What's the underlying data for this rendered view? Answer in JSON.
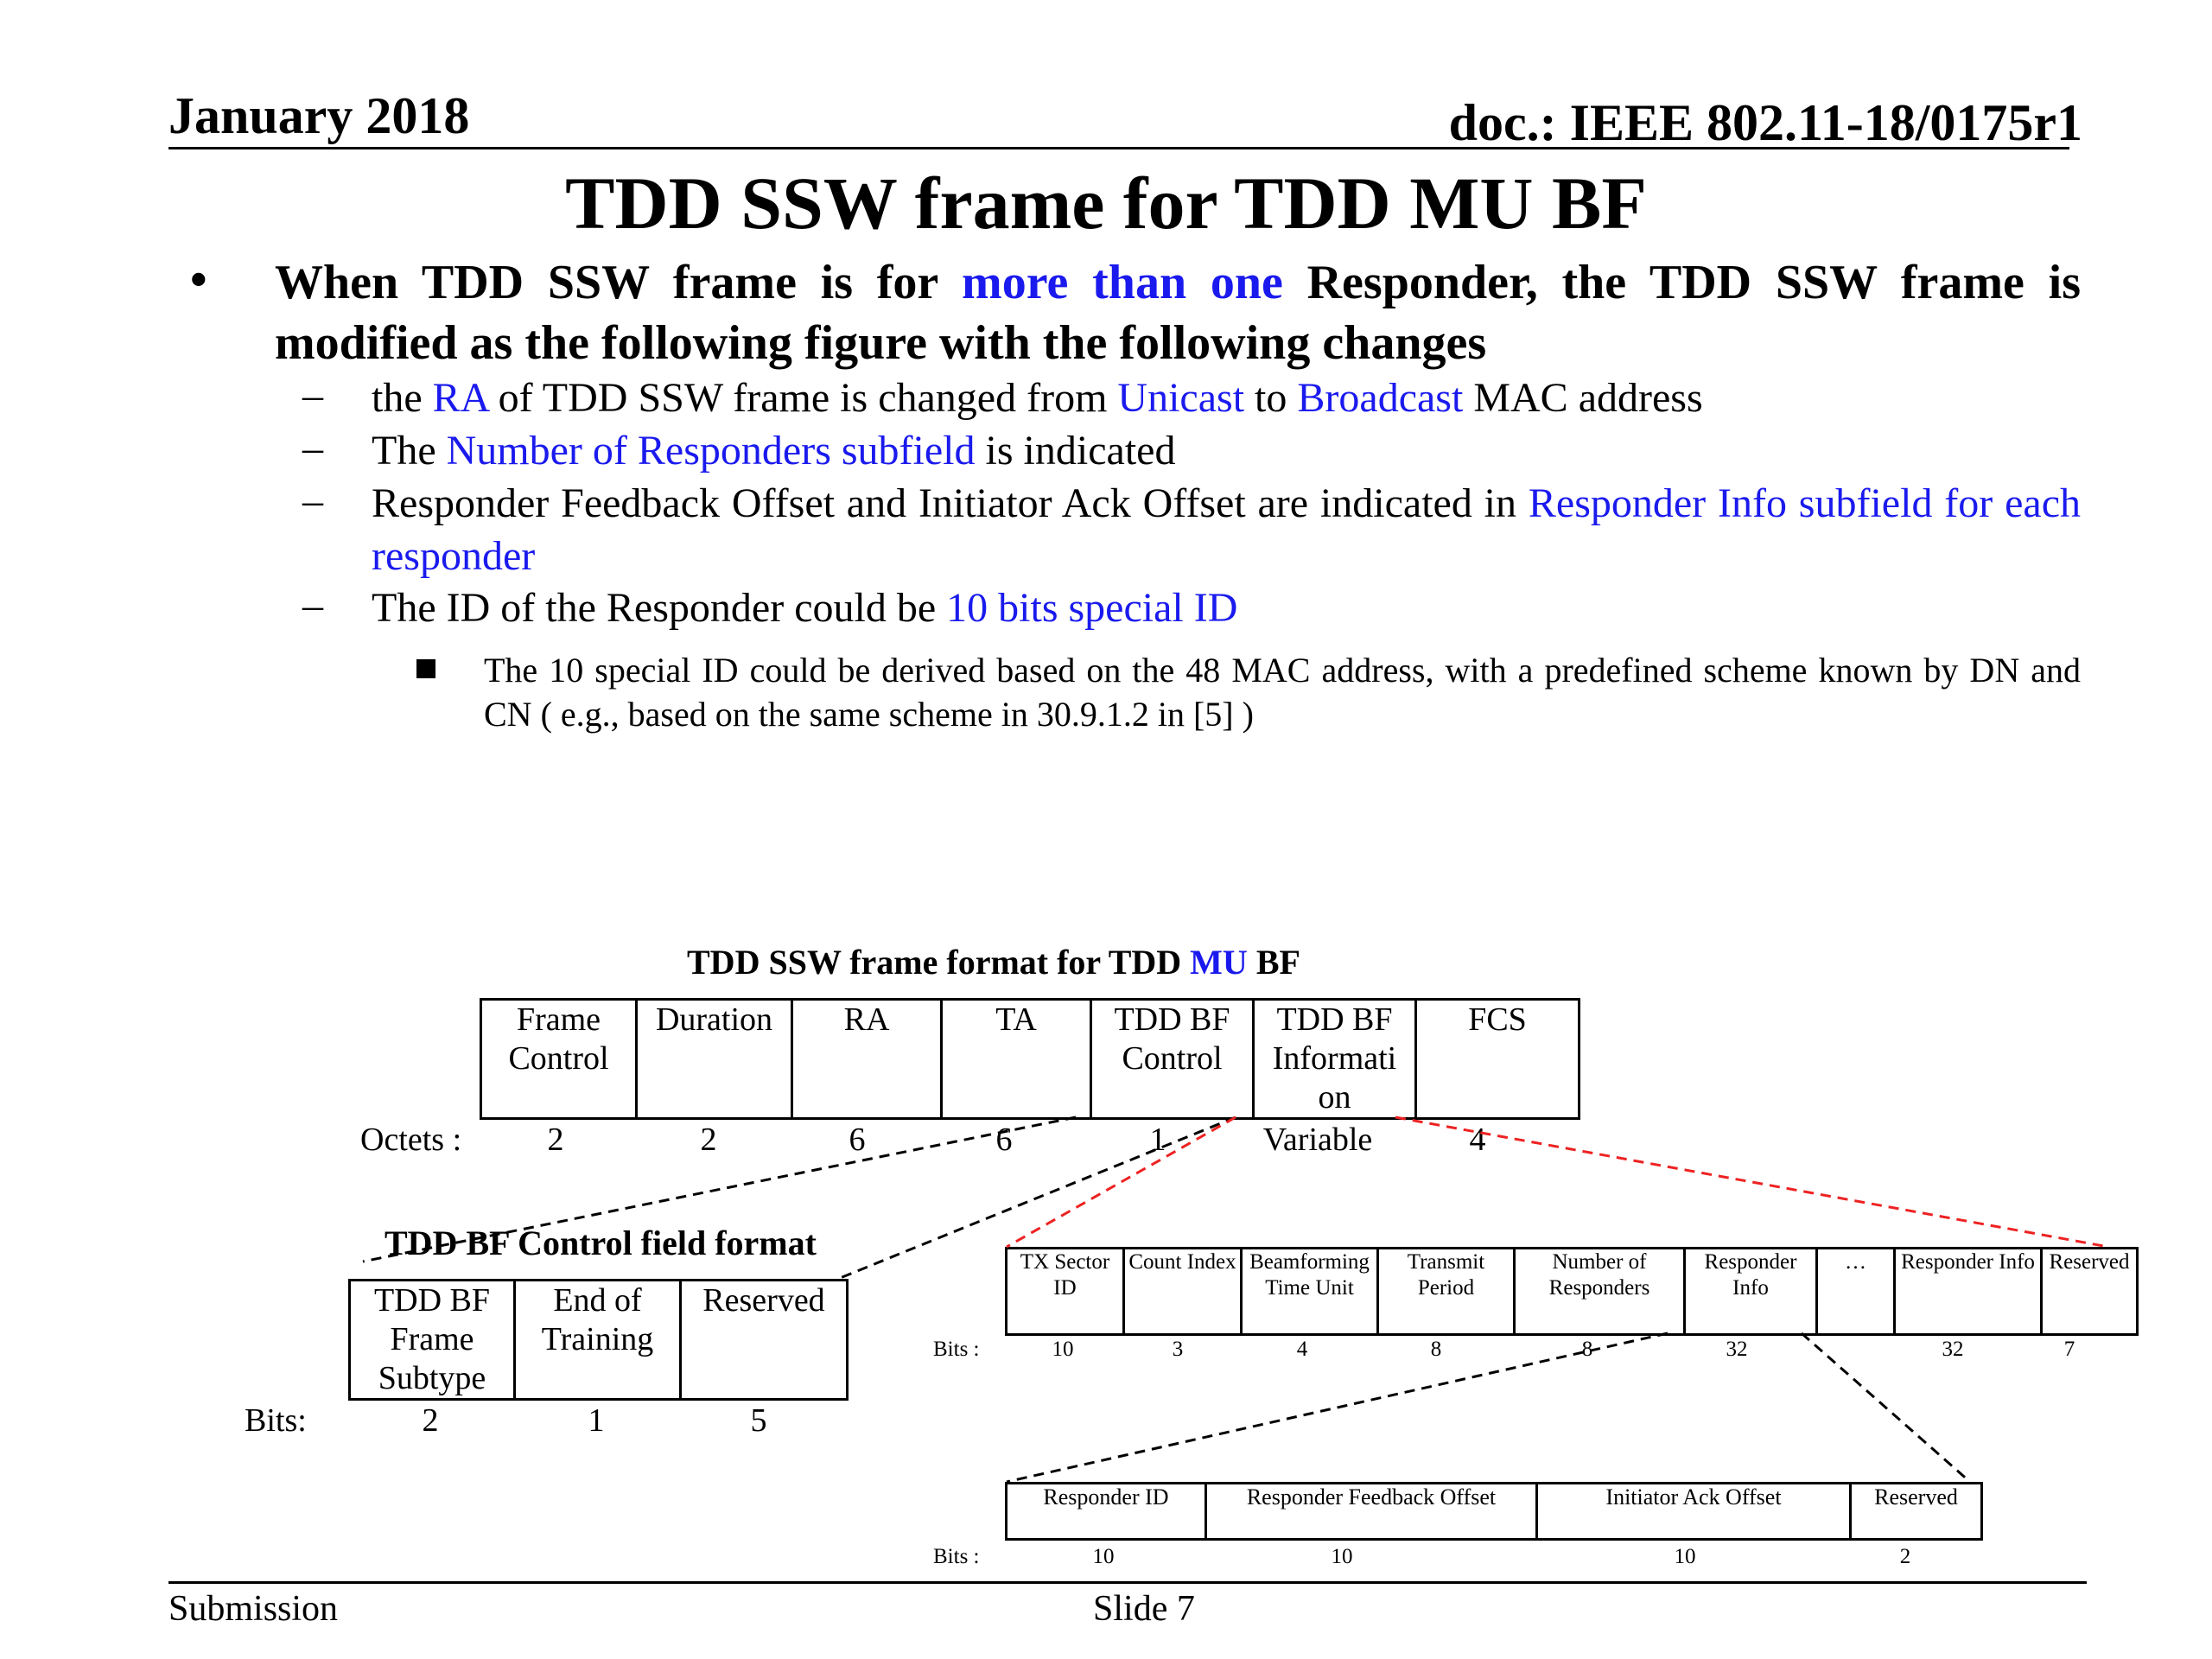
{
  "header": {
    "date": "January 2018",
    "doc": "doc.: IEEE 802.11-18/0175r1"
  },
  "title": "TDD SSW frame for TDD MU BF",
  "bullet": {
    "marker": "•",
    "text_a": "When TDD SSW frame is for ",
    "text_b": "more than one",
    "text_c": " Responder, the TDD SSW frame is modified as the following figure with the following changes"
  },
  "subbullets": [
    {
      "marker": "–",
      "a": "the ",
      "b": "RA",
      "c": " of TDD SSW frame is changed from ",
      "d": "Unicast",
      "e": " to ",
      "f": "Broadcast",
      "g": " MAC address"
    },
    {
      "marker": "–",
      "a": "The ",
      "b": "Number of Responders subfield",
      "c": " is indicated"
    },
    {
      "marker": "–",
      "a": "Responder Feedback Offset and Initiator Ack Offset are indicated in ",
      "b": "Responder Info subfield for each responder"
    },
    {
      "marker": "–",
      "a": "The ID of the Responder could be ",
      "b": "10 bits special ID"
    }
  ],
  "subsub": "The 10 special ID could be derived based on the 48 MAC address, with a predefined scheme known by DN and CN ( e.g., based on the same scheme in 30.9.1.2 in [5] )",
  "frame_format": {
    "title_a": "TDD SSW frame format for TDD ",
    "title_b": "MU",
    "title_c": " BF",
    "fields": [
      "Frame Control",
      "Duration",
      "RA",
      "TA",
      "TDD BF Control",
      "TDD BF Informati on",
      "FCS"
    ],
    "octets_label": "Octets :",
    "octets": [
      "2",
      "2",
      "6",
      "6",
      "1",
      "Variable",
      "4"
    ]
  },
  "control_format": {
    "title": "TDD BF Control field format",
    "fields": [
      "TDD BF Frame Subtype",
      "End of Training",
      "Reserved"
    ],
    "bits_label": "Bits:",
    "bits": [
      "2",
      "1",
      "5"
    ]
  },
  "info_format": {
    "fields": [
      "TX Sector ID",
      "Count Index",
      "Beamforming Time Unit",
      "Transmit Period",
      "Number of Responders",
      "Responder Info",
      "…",
      "Responder Info",
      "Reserved"
    ],
    "bits_label": "Bits :",
    "bits": [
      "10",
      "3",
      "4",
      "8",
      "8",
      "32",
      "",
      "32",
      "7"
    ]
  },
  "responder_format": {
    "fields": [
      "Responder ID",
      "Responder   Feedback Offset",
      "Initiator Ack Offset",
      "Reserved"
    ],
    "bits_label": "Bits :",
    "bits": [
      "10",
      "10",
      "10",
      "2"
    ]
  },
  "footer": {
    "left": "Submission",
    "slide": "Slide 7"
  },
  "colors": {
    "highlight": "#1a1aee",
    "red_dash": "#ee2222"
  }
}
